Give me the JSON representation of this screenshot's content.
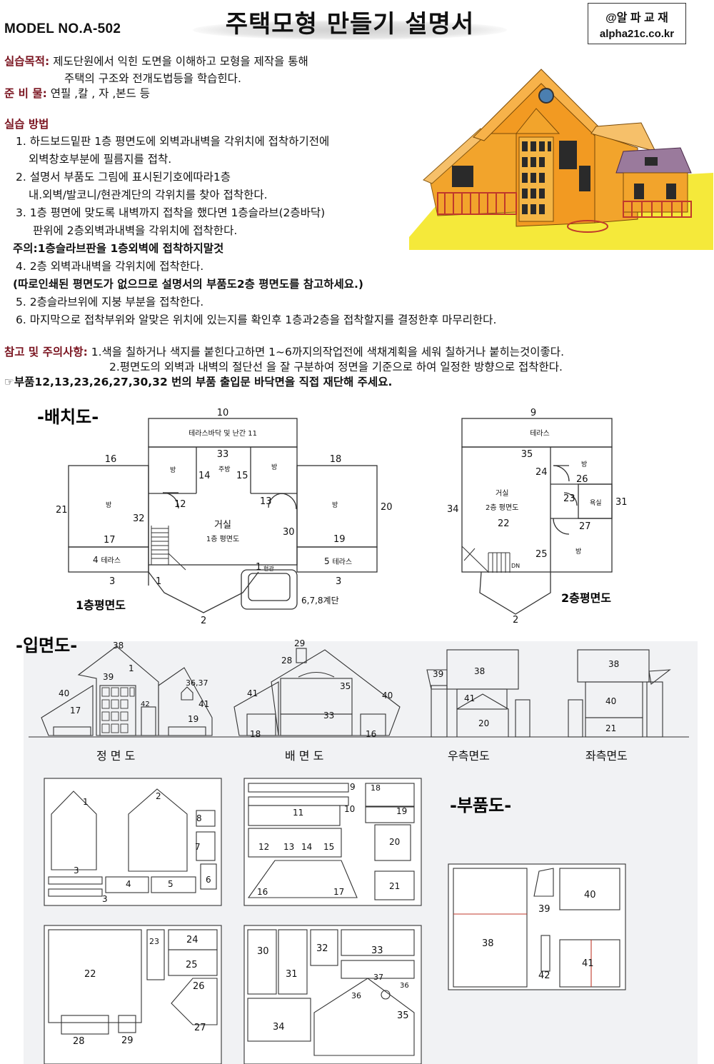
{
  "header": {
    "model": "MODEL NO.A-502",
    "title": "주택모형 만들기 설명서",
    "brand_line1": "@알 파 교 재",
    "brand_line2": "alpha21c.co.kr"
  },
  "intro": {
    "purpose_label": "실습목적:",
    "purpose_line1": "제도단원에서 익힌 도면을 이해하고 모형을 제작을 통해",
    "purpose_line2": "주택의 구조와 전개도법등을 학습힌다.",
    "materials_label": "준 비 물:",
    "materials": "연필 ,칼 , 자 ,본드 등"
  },
  "method": {
    "heading": "실습 방법",
    "s1a": "1. 하드보드밑판 1층 평면도에 외벽과내벽을 각위치에 접착하기전에",
    "s1b": "외벽창호부분에 필름지를 접착.",
    "s2a": "2. 설명서 부품도 그림에 표시된기호에따라1층",
    "s2b": "내.외벽/발코니/현관계단의 각위치를 찾아 접착한다.",
    "s3a": "3. 1층 평면에 맞도록 내벽까지 접착을 했다면 1층슬라브(2층바닥)",
    "s3b": "판위에 2층외벽과내벽을 각위치에 접착한다.",
    "caution": "주의:1층슬라브판을 1층외벽에 접착하지말것",
    "s4": "4. 2층 외벽과내벽을 각위치에 접착한다.",
    "note": "(따로인쇄된 평면도가 없으므로 설명서의 부품도2층 평면도를 참고하세요.)",
    "s5": "5. 2층슬라브위에 지붕 부분을 접착한다.",
    "s6": "6. 마지막으로 접착부위와 알맞은 위치에 있는지를 확인후 1층과2층을 접착할지를 결정한후 마무리한다."
  },
  "reference": {
    "label": "참고 및 주의사항:",
    "r1": "1.색을 칠하거나 색지를 붙힌다고하면 1~6까지의작업전에 색채계획을 세워 칠하거나 붙히는것이좋다.",
    "r2": "2.평면도의 외벽과 내벽의 절단선 을 잘 구분하여 정면을 기준으로 하여 일정한 방향으로 접착한다.",
    "cut": "☞부품12,13,23,26,27,30,32 번의 부품 출입문 바닥면을 직접 재단해 주세요."
  },
  "plans": {
    "heading": "-배치도-",
    "floor1": "1층평면도",
    "floor2": "2층평면도",
    "terrace_rail": "테라스바닥 및 난간",
    "terrace": "테라스",
    "room": "방",
    "kitchen": "주방",
    "living": "거실",
    "plan1_label": "1층 평면도",
    "plan2_label": "2층 평면도",
    "entrance": "현관",
    "stairs": "6,7,8계단",
    "bath": "욕실",
    "dn": "DN"
  },
  "elevations": {
    "heading": "-입면도-",
    "front": "정 면 도",
    "back": "배 면 도",
    "right": "우측면도",
    "left": "좌측면도"
  },
  "parts": {
    "heading": "-부품도-"
  },
  "colors": {
    "accent": "#7a1420",
    "house_orange": "#f2a42c",
    "house_yellow": "#f5e93a",
    "roof_purple": "#9a7a9c",
    "panel_bg": "#f1f2f4"
  }
}
